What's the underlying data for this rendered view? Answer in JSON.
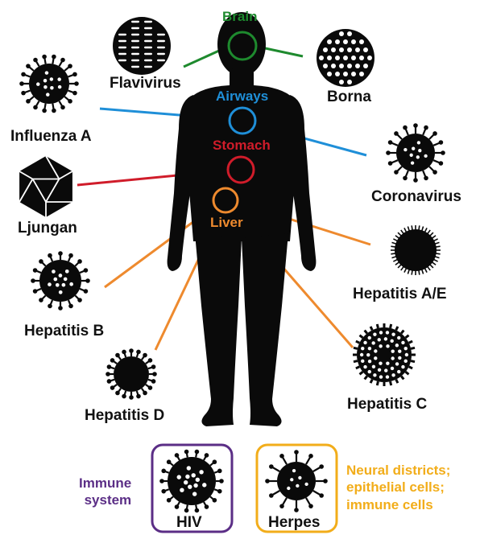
{
  "colors": {
    "brain": "#1e8a2e",
    "airways": "#1f8fd8",
    "stomach": "#d01c2a",
    "liver": "#ee8a2e",
    "immune": "#5b2e86",
    "herpes": "#f2ad1a",
    "silhouette": "#0a0a0a"
  },
  "organs": {
    "brain": "Brain",
    "airways": "Airways",
    "stomach": "Stomach",
    "liver": "Liver"
  },
  "viruses": {
    "flavivirus": {
      "label": "Flavivirus",
      "icon": "flavivirus-icon"
    },
    "borna": {
      "label": "Borna",
      "icon": "borna-virus-icon"
    },
    "influenza_a": {
      "label": "Influenza A",
      "icon": "influenza-a-icon"
    },
    "coronavirus": {
      "label": "Coronavirus",
      "icon": "coronavirus-icon"
    },
    "ljungan": {
      "label": "Ljungan",
      "icon": "ljungan-icosahedron-icon"
    },
    "hepatitis_ae": {
      "label": "Hepatitis A/E",
      "icon": "hepatitis-ae-icon"
    },
    "hepatitis_b": {
      "label": "Hepatitis B",
      "icon": "hepatitis-b-icon"
    },
    "hepatitis_d": {
      "label": "Hepatitis D",
      "icon": "hepatitis-d-icon"
    },
    "hepatitis_c": {
      "label": "Hepatitis C",
      "icon": "hepatitis-c-icon"
    }
  },
  "bottom": {
    "immune_label_line1": "Immune",
    "immune_label_line2": "system",
    "hiv": "HIV",
    "herpes": "Herpes",
    "herpes_targets_line1": "Neural districts;",
    "herpes_targets_line2": "epithelial cells;",
    "herpes_targets_line3": "immune cells"
  }
}
